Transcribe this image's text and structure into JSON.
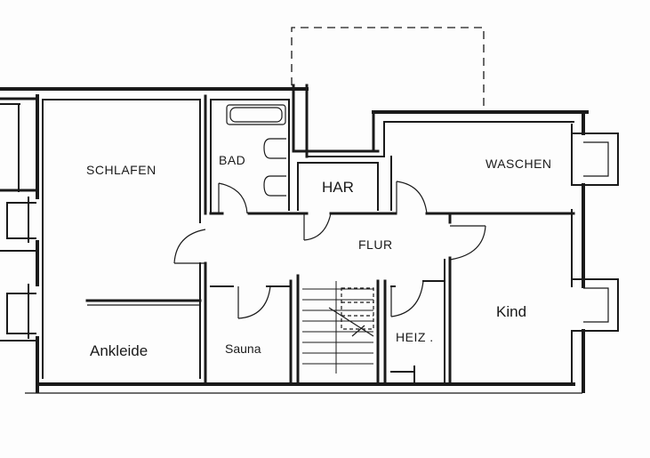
{
  "rooms": {
    "schlafen": "SCHLAFEN",
    "bad": "BAD",
    "har": "HAR",
    "waschen": "WASCHEN",
    "flur": "FLUR",
    "kind": "Kind",
    "heiz": "HEIZ .",
    "ankleide": "Ankleide",
    "sauna": "Sauna"
  },
  "colors": {
    "ink": "#1a1a1a",
    "paper": "#fdfdfd"
  }
}
